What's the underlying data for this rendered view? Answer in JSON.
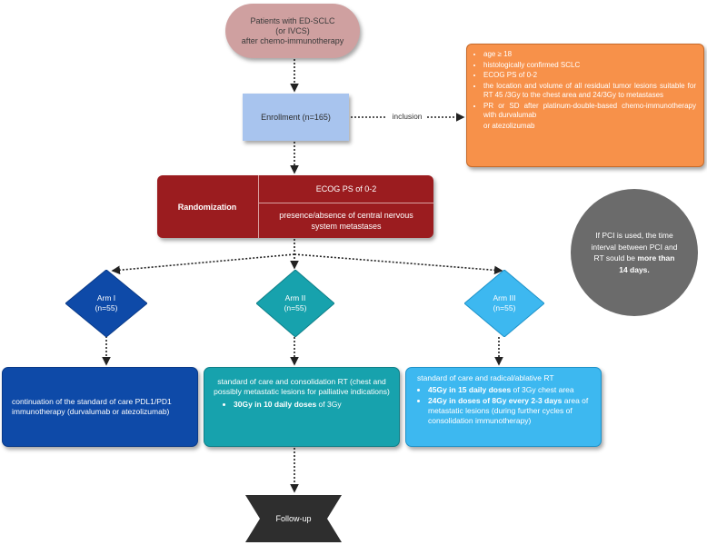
{
  "start": {
    "line1": "Patients with ED-SCLC",
    "line2": "(or IVCS)",
    "line3": "after chemo-immunotherapy"
  },
  "enrollment": {
    "label": "Enrollment (n=165)"
  },
  "inclusion": {
    "label": "inclusion"
  },
  "criteria": [
    "age ≥ 18",
    "histologically confirmed SCLC",
    "ECOG PS of 0-2",
    "the location and volume of all residual tumor lesions suitable for RT 45 /3Gy to the chest area and 24/3Gy to metastases",
    "PR or SD after platinum-double-based chemo-immunotherapy with durvalumab",
    "or atezolizumab"
  ],
  "randomization": {
    "label": "Randomization",
    "factor1": "ECOG PS of 0-2",
    "factor2": "presence/absence of central nervous system metastases"
  },
  "pci_note": {
    "text_before": "If PCI is  used, the time interval between PCI and RT sould be ",
    "text_bold": "more than 14 days."
  },
  "arms": [
    {
      "name": "Arm I",
      "n": "(n=55)",
      "color": "#0e4aa8"
    },
    {
      "name": "Arm II",
      "n": "(n=55)",
      "color": "#17a2ad"
    },
    {
      "name": "Arm III",
      "n": "(n=55)",
      "color": "#3db8f0"
    }
  ],
  "arm1_box": {
    "text": "continuation of the standard of care PDL1/PD1 immunotherapy (durvalumab or atezolizumab)"
  },
  "arm2_box": {
    "intro": "standard of care and consolidation RT (chest and possibly metastatic lesions for palliative indications)",
    "bullet_bold": "30Gy in 10 daily doses",
    "bullet_rest": " of 3Gy"
  },
  "arm3_box": {
    "intro": "standard of care and radical/ablative RT",
    "bullet1_bold": "45Gy in 15 daily doses",
    "bullet1_rest": " of 3Gy chest area",
    "bullet2_bold": "24Gy in doses of 8Gy every 2-3 days",
    "bullet2_rest": " area of metastatic lesions (during further cycles of consolidation immunotherapy)"
  },
  "followup": {
    "label": "Follow-up"
  },
  "colors": {
    "start": "#cfa0a0",
    "enrollment": "#a8c4ee",
    "criteria": "#f7914a",
    "randomization": "#9b1c1f",
    "note_circle": "#6b6b6b",
    "followup": "#2e2e2e"
  }
}
